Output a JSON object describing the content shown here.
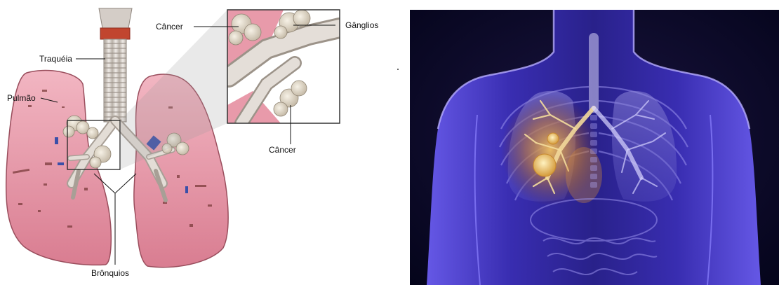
{
  "left_illustration": {
    "labels": {
      "trachea": "Traquéia",
      "lung": "Pulmão",
      "cancer_top": "Câncer",
      "lymph_nodes": "Gânglios",
      "cancer_bottom": "Câncer",
      "bronchi": "Brônquios"
    }
  },
  "right_illustration": {},
  "colors": {
    "lung_pink": "#e99bab",
    "lung_dark": "#cf7486",
    "trachea": "#d9d4cf",
    "tumor": "#e8dfcf",
    "xray_blue": "#3f33c9",
    "xray_bg": "#05061a",
    "tumor_glow": "#e9a640"
  }
}
